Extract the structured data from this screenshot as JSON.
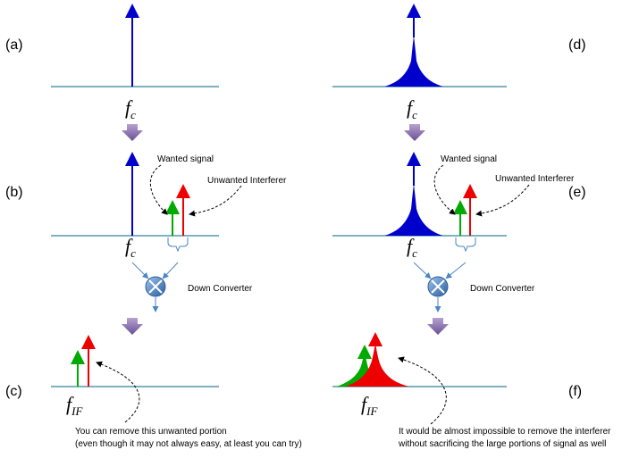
{
  "colors": {
    "axis": "#31859c",
    "carrier": "#0000cc",
    "wanted": "#00aa00",
    "interferer": "#ee0000",
    "mixer": "#4a86c8",
    "down_arrow": "#8064a2"
  },
  "panels": {
    "a": {
      "label": "(a)"
    },
    "b": {
      "label": "(b)"
    },
    "c": {
      "label": "(c)"
    },
    "d": {
      "label": "(d)"
    },
    "e": {
      "label": "(e)"
    },
    "f": {
      "label": "(f)"
    }
  },
  "freq": {
    "fc_main": "f",
    "fc_sub": "c",
    "fif_main": "f",
    "fif_sub": "IF"
  },
  "annotations": {
    "wanted_left": "Wanted signal",
    "interferer_left": "Unwanted Interferer",
    "wanted_right": "Wanted signal",
    "interferer_right": "Unwanted Interferer",
    "down_converter_left": "Down Converter",
    "down_converter_right": "Down Converter",
    "note_left_line1": "You can remove this unwanted portion",
    "note_left_line2": "(even though it may not always easy, at least you can try)",
    "note_right_line1": "It would be almost impossible to remove the interferer",
    "note_right_line2": "without sacrificing the large portions of signal as well"
  }
}
